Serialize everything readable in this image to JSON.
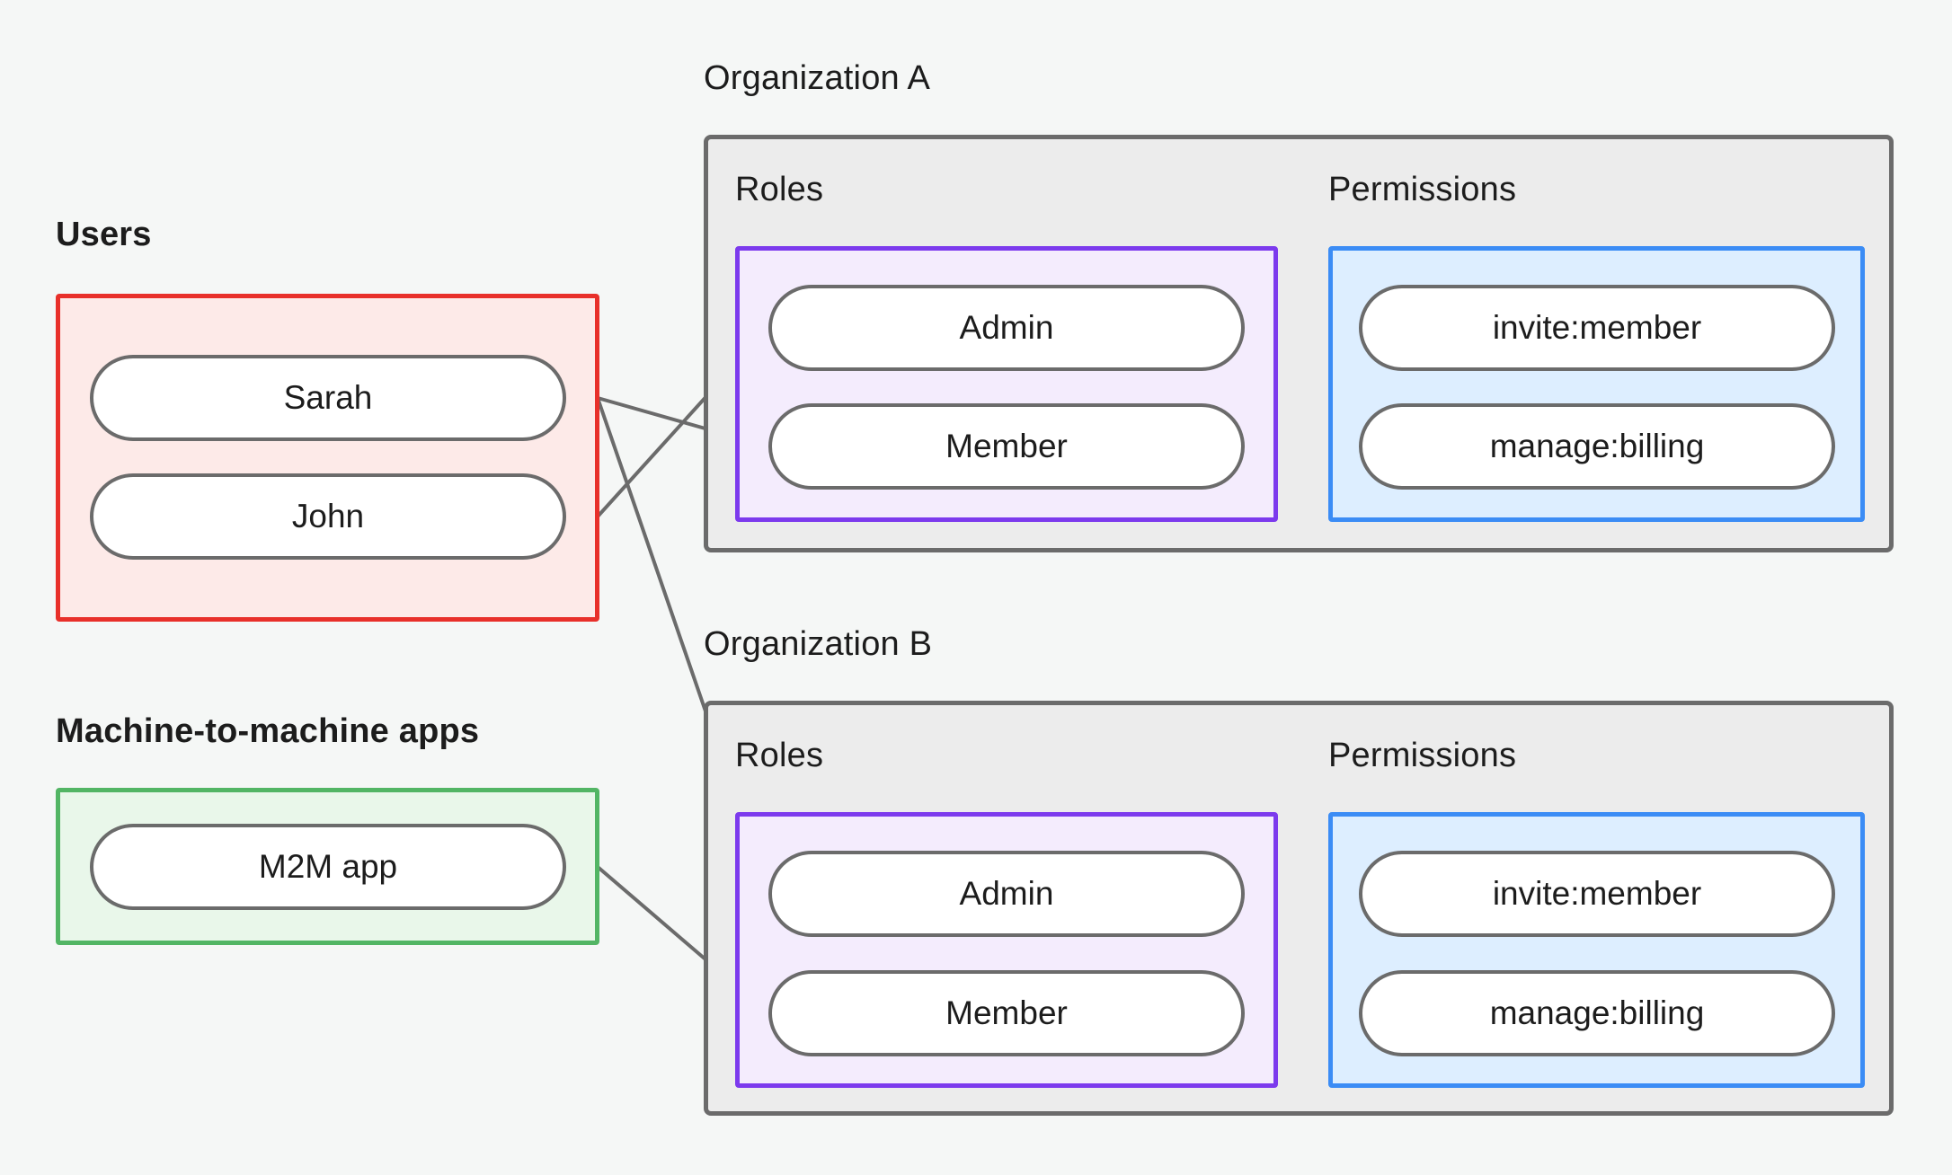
{
  "diagram": {
    "title_users": "Users",
    "title_m2m": "Machine-to-machine apps",
    "title_org_a": "Organization A",
    "title_org_b": "Organization B",
    "label_roles": "Roles",
    "label_permissions": "Permissions"
  },
  "colors": {
    "background": "#f5f7f6",
    "users_border": "#e8302a",
    "users_fill": "#fdeae8",
    "m2m_border": "#52b564",
    "m2m_fill": "#e9f7ea",
    "org_border": "#6b6b6b",
    "org_fill": "#ececec",
    "roles_border": "#7c3aed",
    "roles_fill": "#f4ecfd",
    "perms_border": "#3b8cf5",
    "perms_fill": "#ddeeff",
    "node_border": "#6b6b6b",
    "node_fill": "#ffffff",
    "edge": "#6b6b6b",
    "text": "#1c1c1c"
  },
  "users": {
    "group_label": "Users",
    "nodes": [
      {
        "id": "sarah",
        "label": "Sarah"
      },
      {
        "id": "john",
        "label": "John"
      }
    ]
  },
  "m2m": {
    "group_label": "Machine-to-machine apps",
    "nodes": [
      {
        "id": "m2m-app",
        "label": "M2M app"
      }
    ]
  },
  "organizations": [
    {
      "id": "org-a",
      "name": "Organization A",
      "roles_label": "Roles",
      "roles": [
        {
          "id": "org-a-admin",
          "label": "Admin"
        },
        {
          "id": "org-a-member",
          "label": "Member"
        }
      ],
      "permissions_label": "Permissions",
      "permissions": [
        {
          "id": "org-a-invite-member",
          "label": "invite:member"
        },
        {
          "id": "org-a-manage-billing",
          "label": "manage:billing"
        }
      ]
    },
    {
      "id": "org-b",
      "name": "Organization B",
      "roles_label": "Roles",
      "roles": [
        {
          "id": "org-b-admin",
          "label": "Admin"
        },
        {
          "id": "org-b-member",
          "label": "Member"
        }
      ],
      "permissions_label": "Permissions",
      "permissions": [
        {
          "id": "org-b-invite-member",
          "label": "invite:member"
        },
        {
          "id": "org-b-manage-billing",
          "label": "manage:billing"
        }
      ]
    }
  ],
  "edges": [
    {
      "from": "sarah",
      "to": "org-a-member"
    },
    {
      "from": "sarah",
      "to": "org-b-admin"
    },
    {
      "from": "john",
      "to": "org-a-admin"
    },
    {
      "from": "m2m-app",
      "to": "org-b-member"
    },
    {
      "from": "org-a-admin",
      "to": "org-a-invite-member"
    },
    {
      "from": "org-a-admin",
      "to": "org-a-manage-billing"
    },
    {
      "from": "org-a-member",
      "to": "org-a-manage-billing"
    },
    {
      "from": "org-b-admin",
      "to": "org-b-invite-member"
    },
    {
      "from": "org-b-admin",
      "to": "org-b-manage-billing"
    },
    {
      "from": "org-b-member",
      "to": "org-b-manage-billing"
    }
  ]
}
